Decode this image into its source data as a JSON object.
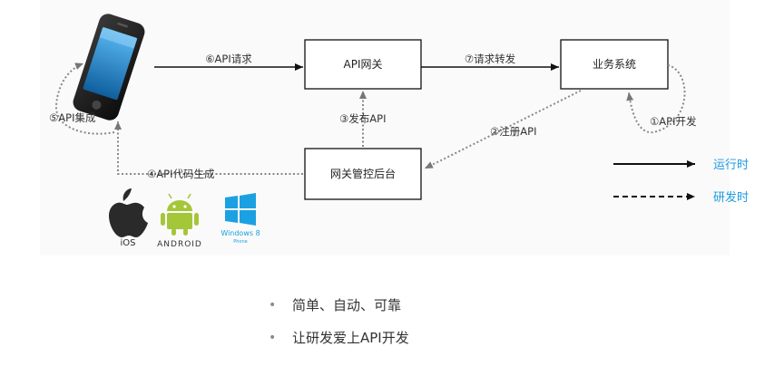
{
  "diagram": {
    "nodes": {
      "gateway": "API网关",
      "business": "业务系统",
      "console": "网关管控后台"
    },
    "edges": {
      "api_request": "⑥API请求",
      "forward": "⑦请求转发",
      "api_dev": "①API开发",
      "register": "②注册API",
      "publish": "③发布API",
      "codegen": "④API代码生成",
      "integrate": "⑤API集成"
    },
    "legend": {
      "runtime": "运行时",
      "devtime": "研发时"
    },
    "platforms": {
      "ios": "iOS",
      "android": "ANDROID",
      "windows": "Windows 8",
      "windows_sub": "Phone"
    }
  },
  "bullets": [
    "简单、自动、可靠",
    "让研发爱上API开发"
  ],
  "colors": {
    "legend_text": "#1e9be0",
    "android_green": "#a4c639",
    "windows_blue": "#1ba1e2",
    "apple_dark": "#2a2a2a"
  }
}
